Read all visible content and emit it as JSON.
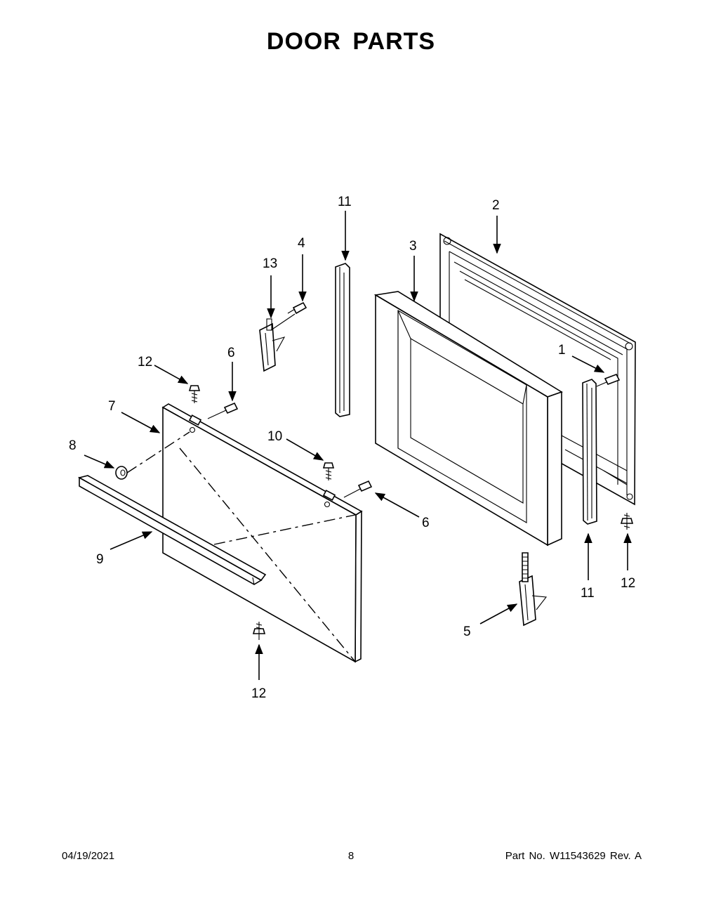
{
  "title": "DOOR PARTS",
  "callouts": {
    "c1": "1",
    "c2": "2",
    "c3": "3",
    "c4": "4",
    "c5": "5",
    "c6a": "6",
    "c6b": "6",
    "c7": "7",
    "c8": "8",
    "c9": "9",
    "c10": "10",
    "c11a": "11",
    "c11b": "11",
    "c12a": "12",
    "c12b": "12",
    "c12c": "12",
    "c13": "13"
  },
  "footer": {
    "date": "04/19/2021",
    "page": "8",
    "part": "Part No.  W11543629  Rev.  A"
  }
}
